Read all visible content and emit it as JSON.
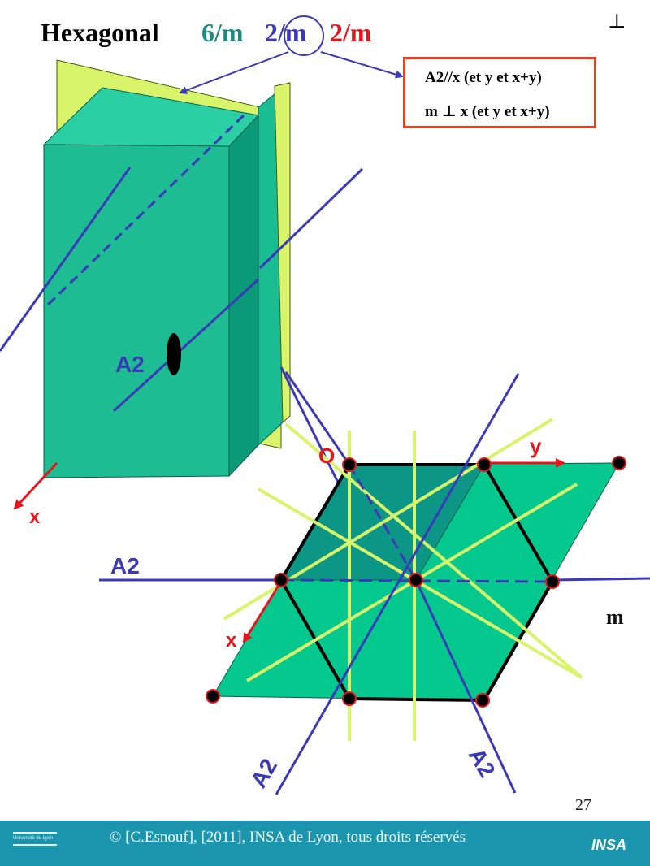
{
  "title": {
    "system": "Hexagonal",
    "part1": "6/m",
    "part2": "2/m",
    "part3": "2/m"
  },
  "corner_symbol": "⊥",
  "note_box": {
    "line1": "A2//x (et y et x+y)",
    "line2": "m ⊥ x (et y et x+y)"
  },
  "labels": {
    "a2_block": "A2",
    "x_block": "x",
    "origin": "O",
    "y_axis": "y",
    "a2_left": "A2",
    "x_hex": "x",
    "m_right": "m",
    "a2_bottom_left": "A2",
    "a2_bottom_right": "A2"
  },
  "page_number": "27",
  "footer": {
    "copyright": "© [C.Esnouf], [2011], INSA de Lyon, tous droits réservés",
    "logo_left": "Université de Lyon",
    "logo_right": "INSA"
  },
  "colors": {
    "title_black": "#000000",
    "sixm_teal": "#1a8c84",
    "blue": "#3a3ab8",
    "red": "#e8141c",
    "block_green": "#1ebc92",
    "plane_yellow": "#d8f46a",
    "hex_green": "#05c88e",
    "mirror_lime": "#d8f46a",
    "footer_bg": "#1b95ad"
  }
}
